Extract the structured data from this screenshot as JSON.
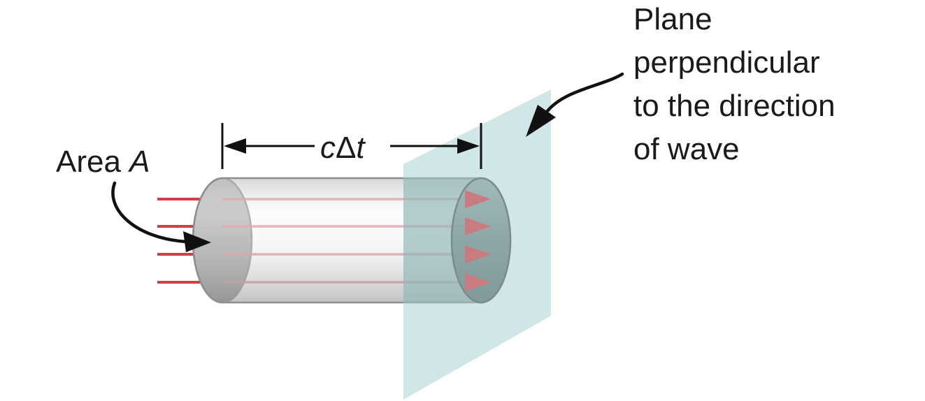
{
  "labels": {
    "area_text": "Area ",
    "area_symbol": "A",
    "length_c": "c",
    "length_delta": "Δ",
    "length_t": "t",
    "plane_lines": [
      "Plane",
      "perpendicular",
      "to the direction",
      "of wave"
    ]
  },
  "colors": {
    "plane": "#a9d2d4",
    "ray": "#cf3f45",
    "arrowhead": "#c97b80",
    "cylinder_edge": "#8e8e8e",
    "text": "#1a1a1a"
  },
  "icons": {
    "dimension_arrow": "double-headed-arrow",
    "pointer_arrow": "curved-arrow"
  }
}
